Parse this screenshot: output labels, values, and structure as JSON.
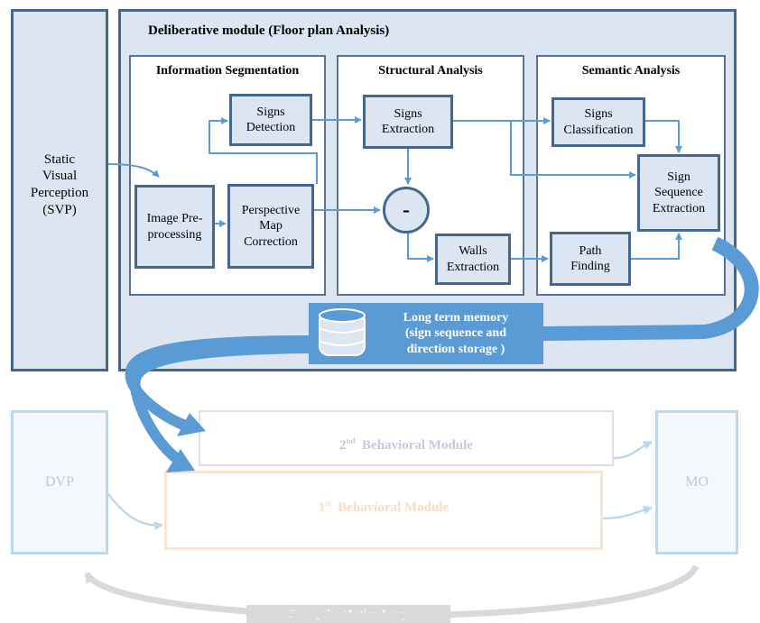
{
  "svp": {
    "label": "Static\nVisual\nPerception\n(SVP)"
  },
  "deliberative": {
    "title": "Deliberative module (Floor plan Analysis)",
    "info_segmentation": {
      "title": "Information Segmentation",
      "signs_detection": "Signs\nDetection",
      "image_preprocessing": "Image Pre-\nprocessing",
      "perspective_map_correction": "Perspective\nMap\nCorrection"
    },
    "structural_analysis": {
      "title": "Structural Analysis",
      "signs_extraction": "Signs\nExtraction",
      "minus_symbol": "-",
      "walls_extraction": "Walls\nExtraction"
    },
    "semantic_analysis": {
      "title": "Semantic Analysis",
      "signs_classification": "Signs\nClassification",
      "sign_sequence_extraction": "Sign\nSequence\nExtraction",
      "path_finding": "Path\nFinding"
    },
    "memory": {
      "label": "Long term memory\n(sign sequence and\ndirection storage )",
      "icon": "database-icon"
    }
  },
  "behavioral": {
    "dvp": "DVP",
    "mo": "MO",
    "second_module_ordinal": "2",
    "second_module_sup": "nd",
    "second_module_label": "Behavioral Module",
    "first_module_ordinal": "1",
    "first_module_sup": "st",
    "first_module_label": "Behavioral Module",
    "loop_label": "Perception/Action Loop"
  },
  "colors": {
    "box_fill": "#dce6f2",
    "box_border": "#44668f",
    "arrow": "#5b9bd5",
    "memory_fill": "#5b9bd5",
    "faded_border": "#bdd7ee",
    "second_module_border": "#e6d9ee",
    "first_module_border": "#fbe3cf",
    "loop_gray": "#d9d9d9"
  }
}
